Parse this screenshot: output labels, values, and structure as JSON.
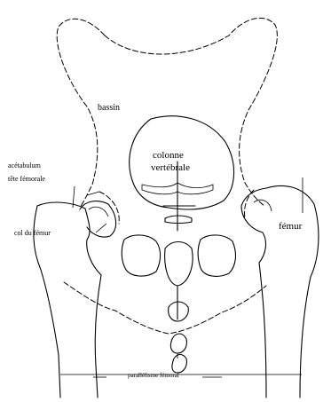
{
  "labels": {
    "bassin": "bassin",
    "colonne_line1": "colonne",
    "colonne_line2": "vertébrale",
    "acetabulum": "acétabulum",
    "tete_femorale": "tête fémorale",
    "col_du_femur": "col du fémur",
    "femur": "fémur",
    "parallelisme": "parallélisme fémoral"
  }
}
